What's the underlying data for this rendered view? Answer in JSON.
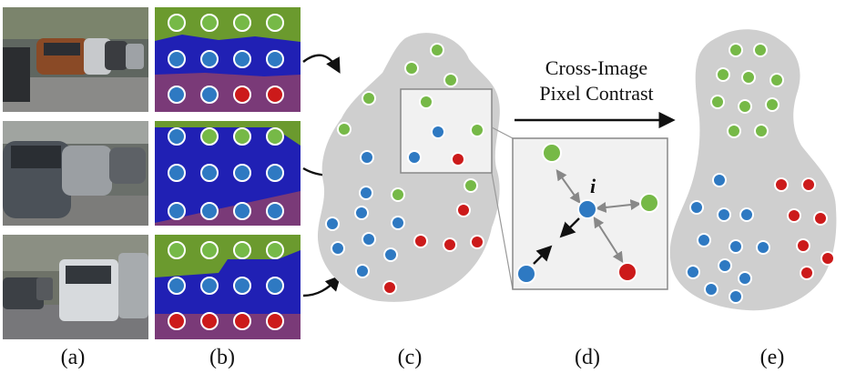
{
  "figure": {
    "captions": [
      "(a)",
      "(b)",
      "(c)",
      "(d)",
      "(e)"
    ],
    "arrow_label_line1": "Cross-Image",
    "arrow_label_line2": "Pixel Contrast",
    "anchor_label": "i"
  },
  "colors": {
    "green": "#76b947",
    "blue": "#2e79c2",
    "red": "#cc1a1a",
    "cloud": "#cfcfcf",
    "zoom_box": "#f1f1f1",
    "road_overlay": "#7a3a78",
    "vehicle_overlay": "#2020b4",
    "vegetation_overlay": "#6b9a2e",
    "arrow": "#111111",
    "repel_arrow": "#888888"
  }
}
